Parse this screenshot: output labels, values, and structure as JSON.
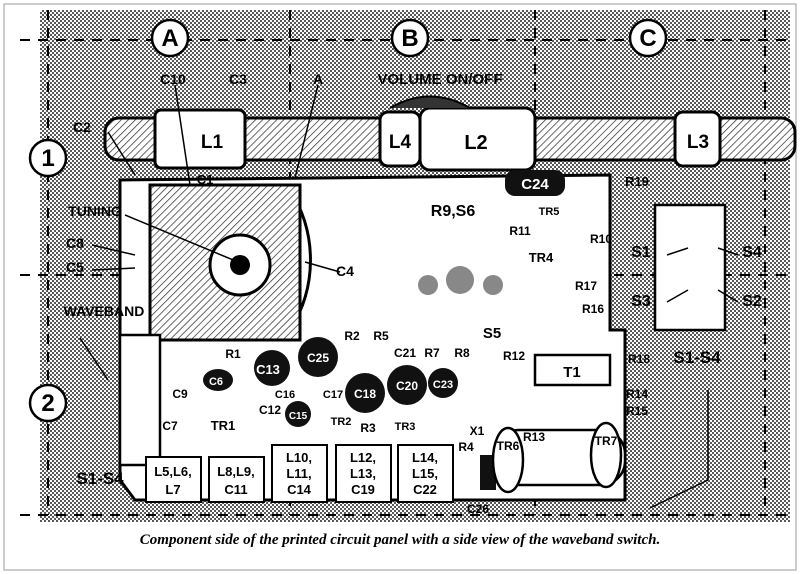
{
  "grid": {
    "columns": [
      "A",
      "B",
      "C"
    ],
    "rows": [
      "1",
      "2"
    ]
  },
  "labels": {
    "volume": "VOLUME ON/OFF",
    "tuning": "TUNING",
    "waveband": "WAVEBAND",
    "c10": "C10",
    "c3": "C3",
    "a": "A",
    "c2": "C2",
    "c1": "C1",
    "l1": "L1",
    "l4": "L4",
    "l2": "L2",
    "l3": "L3",
    "r9s6": "R9,S6",
    "c24": "C24",
    "r19": "R19",
    "r11": "R11",
    "tr5": "TR5",
    "r10": "R10",
    "tr4": "TR4",
    "c8": "C8",
    "c5": "C5",
    "c4": "C4",
    "s1": "S1",
    "s4": "S4",
    "s3": "S3",
    "s2": "S2",
    "r17": "R17",
    "r16": "R16",
    "s1s4_right": "S1-S4",
    "r2": "R2",
    "r5": "R5",
    "c21": "C21",
    "r7": "R7",
    "r8": "R8",
    "s5": "S5",
    "r1": "R1",
    "c6": "C6",
    "c13": "C13",
    "c25": "C25",
    "c16": "C16",
    "c17": "C17",
    "c18": "C18",
    "c20": "C20",
    "c23": "C23",
    "r12": "R12",
    "t1": "T1",
    "r18": "R18",
    "c9": "C9",
    "c12": "C12",
    "c15": "C15",
    "tr2": "TR2",
    "r3": "R3",
    "tr3": "TR3",
    "r4": "R4",
    "x1": "X1",
    "r13": "R13",
    "r14": "R14",
    "r15": "R15",
    "c7": "C7",
    "tr1": "TR1",
    "tr6": "TR6",
    "tr7": "TR7",
    "c26": "C26",
    "s1s4_left": "S1-S4"
  },
  "coil_boxes": [
    {
      "line1": "L5,L6,",
      "line2": "L7"
    },
    {
      "line1": "L8,L9,",
      "line2": "C11"
    },
    {
      "line1": "L10,",
      "line2": "L11,",
      "line3": "C14"
    },
    {
      "line1": "L12,",
      "line2": "L13,",
      "line3": "C19"
    },
    {
      "line1": "L14,",
      "line2": "L15,",
      "line3": "C22"
    }
  ],
  "caption": "Component side of the printed circuit panel with a side view of the waveband switch."
}
